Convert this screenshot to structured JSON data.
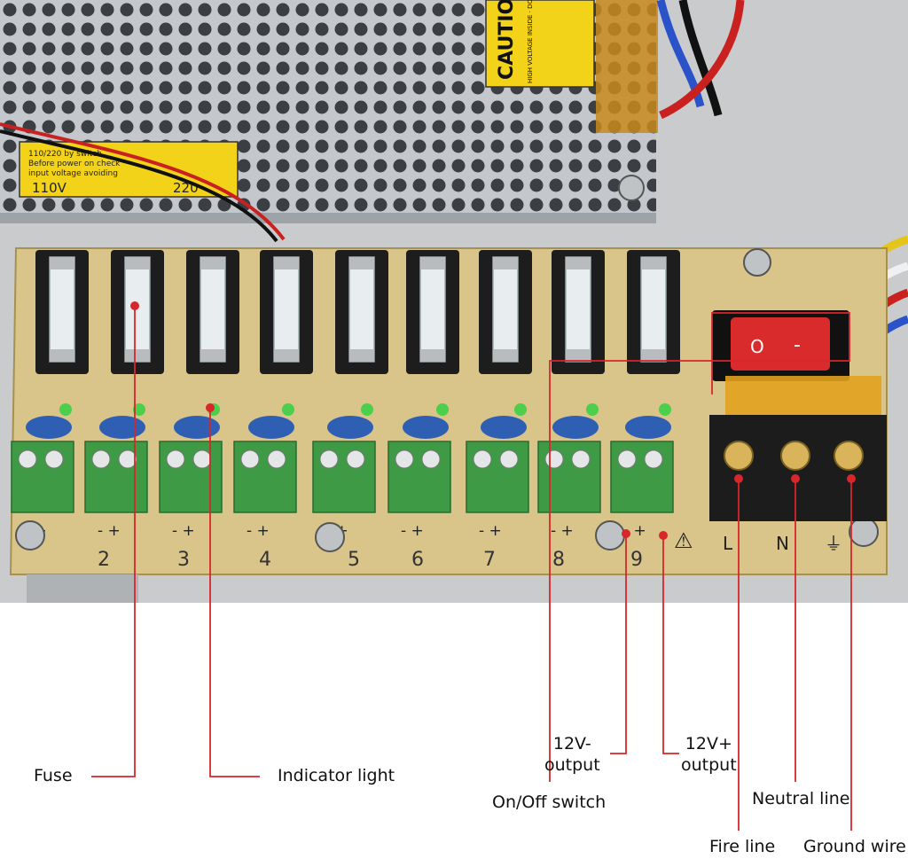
{
  "photo": {
    "caution_label": "CAUTION",
    "caution_small_text": "HIGH VOLTAGE INSIDE · DO NOT REMOVE THIS · QUALIFIED SERVICE P",
    "voltage_sticker_lines": [
      "110/220 by switch",
      "Before power on check",
      "input voltage avoiding"
    ],
    "voltage_110": "110V",
    "voltage_220": "220",
    "terminal_polarity": "- +",
    "channel_numbers": [
      "2",
      "3",
      "4",
      "5",
      "6",
      "7",
      "8",
      "9"
    ],
    "mains_terminals": [
      "L",
      "N",
      "⏚"
    ],
    "warning_symbol": "⚠",
    "switch_symbols": [
      "O",
      "-"
    ]
  },
  "callouts": {
    "fuse": "Fuse",
    "indicator_light": "Indicator light",
    "v12_minus_line1": "12V-",
    "v12_minus_line2": "output",
    "v12_plus_line1": "12V+",
    "v12_plus_line2": "output",
    "on_off_switch": "On/Off switch",
    "neutral_line": "Neutral line",
    "fire_line": "Fire line",
    "ground_wire": "Ground wire"
  },
  "colors": {
    "leader": "#d8262a",
    "board": "#d9c48a",
    "terminal_green": "#3f9a45",
    "capacitor_blue": "#2f5fb3",
    "switch_red": "#d92b2b",
    "housing_gray": "#c9cbcc"
  }
}
